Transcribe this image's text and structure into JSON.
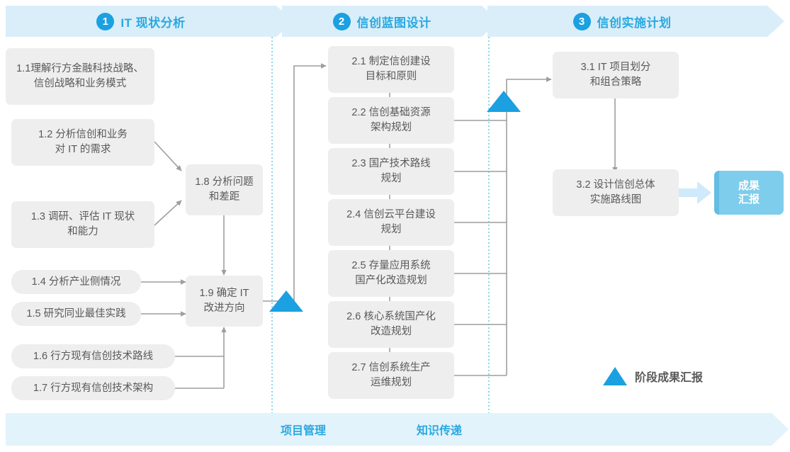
{
  "phases": [
    {
      "num": "1",
      "label": "IT 现状分析"
    },
    {
      "num": "2",
      "label": "信创蓝图设计"
    },
    {
      "num": "3",
      "label": "信创实施计划"
    }
  ],
  "phase1_boxes": [
    {
      "id": "1.1",
      "text": "1.1理解行方金融科技战略、\n信创战略和业务模式"
    },
    {
      "id": "1.2",
      "text": "1.2 分析信创和业务\n对 IT 的需求"
    },
    {
      "id": "1.3",
      "text": "1.3 调研、评估 IT 现状\n和能力"
    },
    {
      "id": "1.4",
      "text": "1.4 分析产业侧情况"
    },
    {
      "id": "1.5",
      "text": "1.5 研究同业最佳实践"
    },
    {
      "id": "1.6",
      "text": "1.6 行方现有信创技术路线"
    },
    {
      "id": "1.7",
      "text": "1.7 行方现有信创技术架构"
    },
    {
      "id": "1.8",
      "text": "1.8 分析问题\n和差距"
    },
    {
      "id": "1.9",
      "text": "1.9 确定 IT\n改进方向"
    }
  ],
  "phase2_boxes": [
    {
      "id": "2.1",
      "text": "2.1 制定信创建设\n目标和原则"
    },
    {
      "id": "2.2",
      "text": "2.2 信创基础资源\n架构规划"
    },
    {
      "id": "2.3",
      "text": "2.3 国产技术路线\n规划"
    },
    {
      "id": "2.4",
      "text": "2.4 信创云平台建设\n规划"
    },
    {
      "id": "2.5",
      "text": "2.5 存量应用系统\n国产化改造规划"
    },
    {
      "id": "2.6",
      "text": "2.6 核心系统国产化\n改造规划"
    },
    {
      "id": "2.7",
      "text": "2.7 信创系统生产\n运维规划"
    }
  ],
  "phase3_boxes": [
    {
      "id": "3.1",
      "text": "3.1 IT 项目划分\n和组合策略"
    },
    {
      "id": "3.2",
      "text": "3.2 设计信创总体\n实施路线图"
    }
  ],
  "result": {
    "text": "成果\n汇报"
  },
  "legend": {
    "text": "阶段成果汇报",
    "marker": "milestone-triangle"
  },
  "bottom": {
    "labels": [
      "项目管理",
      "知识传递"
    ]
  },
  "colors": {
    "accent": "#2aa8e0",
    "accent_solid": "#1ba0e1",
    "band": "#d9eef9",
    "band_bottom": "#e2f3fb",
    "box": "#eeeeee",
    "box_text": "#595959",
    "result": "#7ecdec",
    "result_edge": "#63bde2",
    "wire": "#9e9e9e",
    "divider": "#5cc4e8"
  }
}
